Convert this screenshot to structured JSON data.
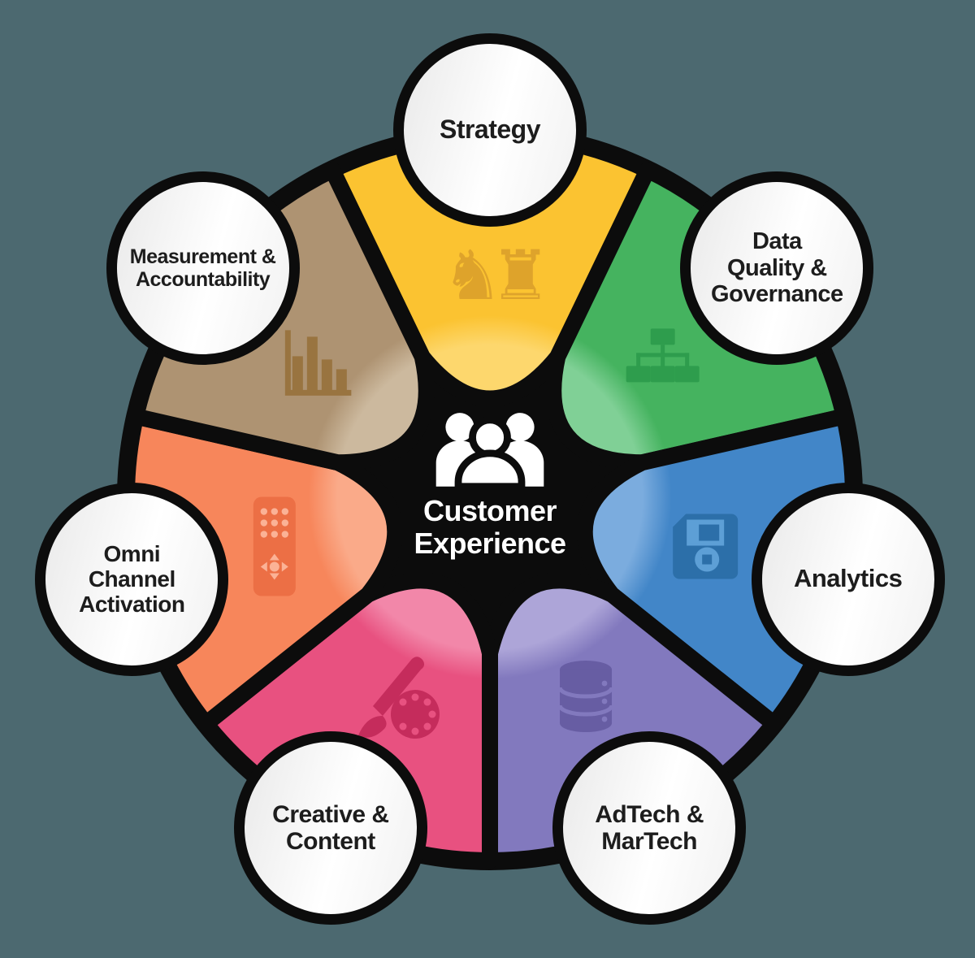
{
  "background_color": "#4C6970",
  "wheel": {
    "outline_color": "#0C0C0C",
    "center": {
      "title_line1": "Customer",
      "title_line2": "Experience",
      "text_color": "#FFFFFF",
      "icon": "people-icon"
    },
    "segments": [
      {
        "id": "strategy",
        "label": "Strategy",
        "color": "#FBC331",
        "color_light": "#FDD76D",
        "icon": "chess",
        "icon_glyph": "♞♜",
        "icon_color": "#DEA32B"
      },
      {
        "id": "data-quality-governance",
        "label": "Data\nQuality &\nGovernance",
        "color": "#45B35F",
        "color_light": "#80D096",
        "icon": "sitemap",
        "icon_color": "#2E9D4D"
      },
      {
        "id": "analytics",
        "label": "Analytics",
        "color": "#4286C8",
        "color_light": "#7BACDE",
        "icon": "floppy",
        "icon_color": "#2C6FA9",
        "icon_accent": "#5D9FD6"
      },
      {
        "id": "adtech-martech",
        "label": "AdTech &\nMarTech",
        "color": "#8279BE",
        "color_light": "#ADA5D8",
        "icon": "database",
        "icon_color": "#675DA3"
      },
      {
        "id": "creative-content",
        "label": "Creative &\nContent",
        "color": "#E85180",
        "color_light": "#F287A9",
        "icon": "palette",
        "icon_color": "#C52C5C"
      },
      {
        "id": "omni-channel-activation",
        "label": "Omni\nChannel\nActivation",
        "color": "#F7865B",
        "color_light": "#FAAA89",
        "icon": "remote",
        "icon_color": "#EC6F45",
        "icon_accent": "#FBB296"
      },
      {
        "id": "measurement-accountability",
        "label": "Measurement &\nAccountability",
        "color": "#AE9372",
        "color_light": "#CCB99E",
        "icon": "barchart",
        "icon_color": "#997440"
      }
    ]
  }
}
